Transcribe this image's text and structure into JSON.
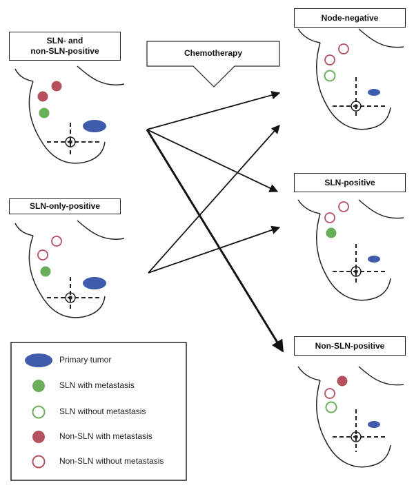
{
  "labels": {
    "left_top_line1": "SLN- and",
    "left_top_line2": "non-SLN-positive",
    "left_bottom": "SLN-only-positive",
    "center": "Chemotherapy",
    "right_top": "Node-negative",
    "right_mid": "SLN-positive",
    "right_bottom": "Non-SLN-positive"
  },
  "legend": [
    {
      "icon": "primary-tumor-icon",
      "label": "Primary tumor"
    },
    {
      "icon": "sln-metastasis-icon",
      "label": "SLN with metastasis"
    },
    {
      "icon": "sln-no-metastasis-icon",
      "label": "SLN without metastasis"
    },
    {
      "icon": "non-sln-metastasis-icon",
      "label": "Non-SLN with metastasis"
    },
    {
      "icon": "non-sln-no-metastasis-icon",
      "label": "Non-SLN without metastasis"
    }
  ],
  "colors": {
    "tumor": "#3f5bab",
    "sln": "#6aae5a",
    "non_sln": "#b5505f",
    "line": "#111111"
  }
}
